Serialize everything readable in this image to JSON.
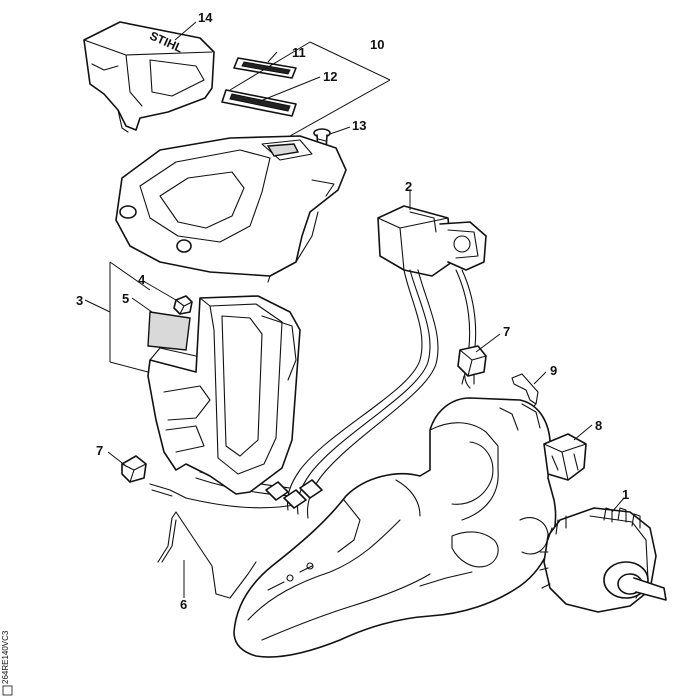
{
  "callouts": {
    "c1": "1",
    "c2": "2",
    "c3": "3",
    "c4": "4",
    "c5": "5",
    "c6": "6",
    "c7a": "7",
    "c7b": "7",
    "c8": "8",
    "c9": "9",
    "c10": "10",
    "c11": "11",
    "c12": "12",
    "c13": "13",
    "c14": "14"
  },
  "cover_brand": "STIHL",
  "drawing_ref": "264RE140VC3"
}
